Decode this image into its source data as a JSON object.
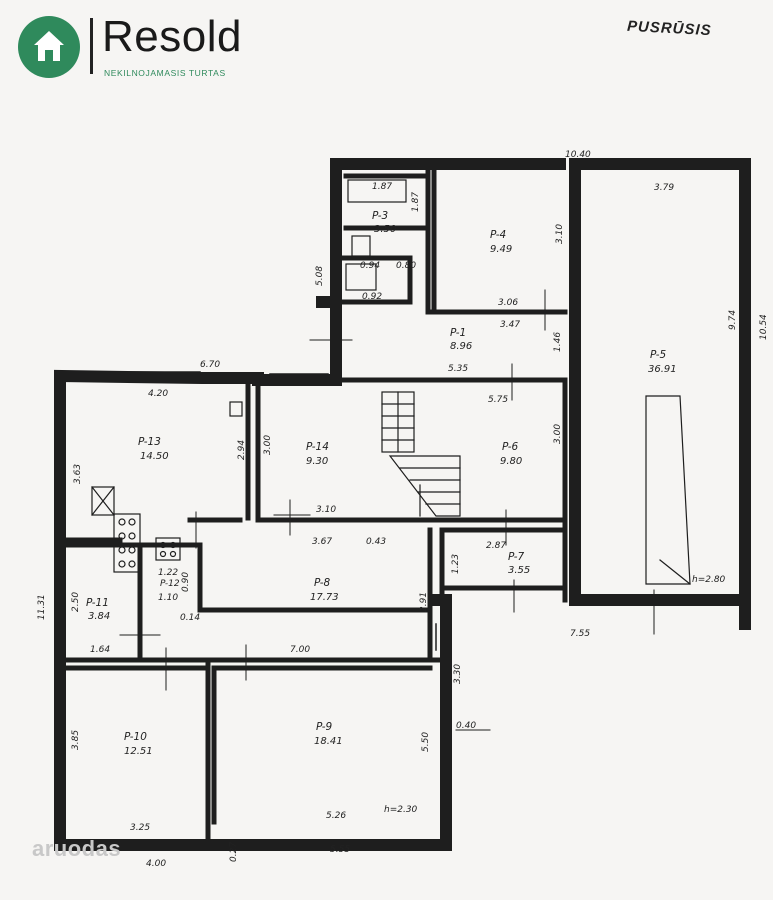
{
  "brand": {
    "name": "Resold",
    "tagline": "NEKILNOJAMASIS TURTAS",
    "icon": "house-icon",
    "color": "#2f8a5c"
  },
  "plan_title": "PUSRŪSIS",
  "watermark": "aruodas",
  "rooms": [
    {
      "id": "p1",
      "label": "P-1",
      "area": "8.96"
    },
    {
      "id": "p3",
      "label": "P-3",
      "area": "3.50"
    },
    {
      "id": "p4",
      "label": "P-4",
      "area": "9.49"
    },
    {
      "id": "p5",
      "label": "P-5",
      "area": "36.91"
    },
    {
      "id": "p6",
      "label": "P-6",
      "area": "9.80"
    },
    {
      "id": "p7",
      "label": "P-7",
      "area": "3.55"
    },
    {
      "id": "p8",
      "label": "P-8",
      "area": "17.73"
    },
    {
      "id": "p9",
      "label": "P-9",
      "area": "18.41"
    },
    {
      "id": "p10",
      "label": "P-10",
      "area": "12.51"
    },
    {
      "id": "p11",
      "label": "P-11",
      "area": "3.84"
    },
    {
      "id": "p12",
      "label": "P-12",
      "area": "1.10"
    },
    {
      "id": "p13",
      "label": "P-13",
      "area": "14.50"
    },
    {
      "id": "p14",
      "label": "P-14",
      "area": "9.30"
    }
  ],
  "dimensions": {
    "d1040": "10.40",
    "d379": "3.79",
    "d1054": "10.54",
    "d974": "9.74",
    "d187a": "1.87",
    "d187b": "1.87",
    "d310a": "3.10",
    "d306": "3.06",
    "d347": "3.47",
    "d146": "1.46",
    "d535": "5.35",
    "d508": "5.08",
    "d080": "0.80",
    "d094": "0.94",
    "d092": "0.92",
    "d670": "6.70",
    "d420": "4.20",
    "d575": "5.75",
    "d363": "3.63",
    "d294": "2.94",
    "d300a": "3.00",
    "d300b": "3.00",
    "d310b": "3.10",
    "d367": "3.67",
    "d043": "0.43",
    "d287": "2.87",
    "d123": "1.23",
    "d755": "7.55",
    "h280": "h=2.80",
    "d122": "1.22",
    "d090": "0.90",
    "d014": "0.14",
    "d250": "2.50",
    "d164": "1.64",
    "d700": "7.00",
    "d291": "2.91",
    "d1131": "11.31",
    "d330": "3.30",
    "d040": "0.40",
    "d385": "3.85",
    "d550": "5.50",
    "d325": "3.25",
    "d526": "5.26",
    "h230": "h=2.30",
    "d555": "5.55",
    "d400": "4.00",
    "d027": "0.27"
  }
}
